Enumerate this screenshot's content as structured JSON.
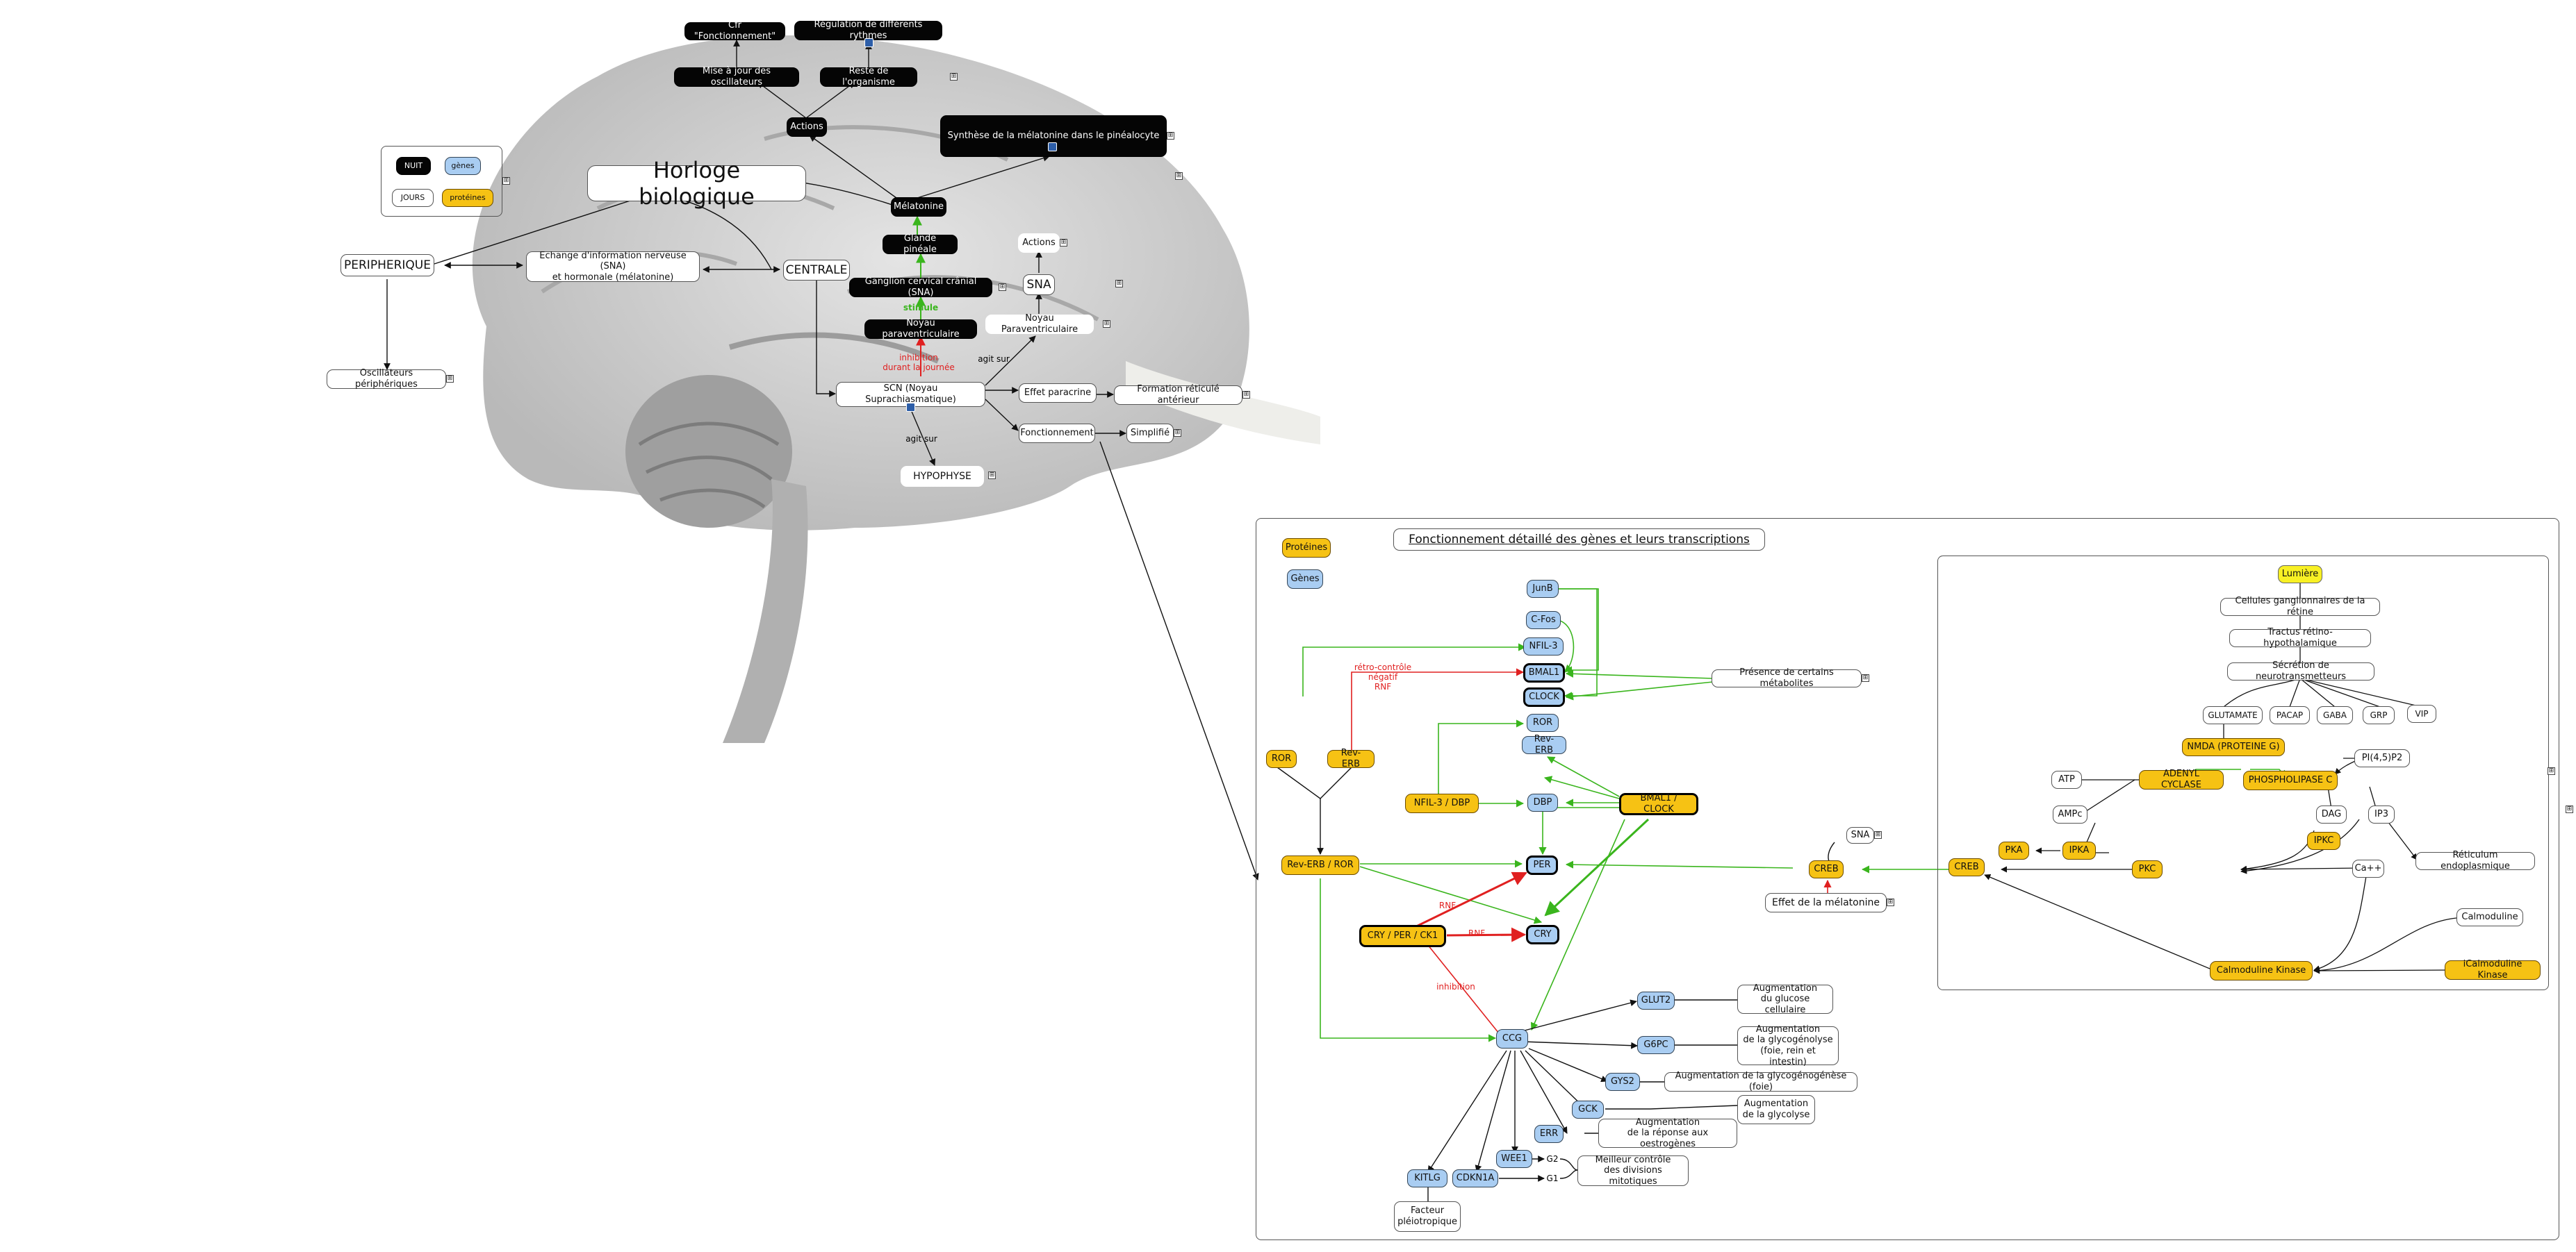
{
  "legend": {
    "nuit": "NUIT",
    "genes": "gènes",
    "jours": "JOURS",
    "proteines": "protéines"
  },
  "top": {
    "title": "Horloge biologique",
    "cfr": "Cfr \"Fonctionnement\"",
    "regulation": "Régulation de différents rythmes",
    "mise_a_jour": "Mise à jour des oscillateurs",
    "reste": "Reste de l'organisme",
    "actions_black": "Actions",
    "synthese": "Synthèse de la mélatonine dans le pinéalocyte",
    "melatonine": "Mélatonine",
    "glande": "Glande pinéale",
    "ganglion": "Ganglion cervical crânial (SNA)",
    "noyau_para_black": "Noyau paraventriculaire",
    "actions_white": "Actions",
    "sna": "SNA",
    "noyau_para_white": "Noyau Paraventriculaire",
    "peripherique": "PERIPHERIQUE",
    "echange": "Echange d'information nerveuse (SNA)\net hormonale (mélatonine)",
    "centrale": "CENTRALE",
    "oscillateurs": "Oscillateurs périphériques",
    "scn": "SCN (Noyau Suprachiasmatique)",
    "effet_paracrine": "Effet paracrine",
    "formation": "Formation réticulé antérieur",
    "fonctionnement": "Fonctionnement",
    "simplifie": "Simplifié",
    "hypophyse": "HYPOPHYSE",
    "stimule": "stimule",
    "inhibition_journee": "inhibition\ndurant la journée",
    "agit_sur_1": "agit sur",
    "agit_sur_2": "agit sur"
  },
  "detail": {
    "legend_proteines": "Protéines",
    "legend_genes": "Gènes",
    "title": "Fonctionnement détaillé des gènes et leurs transcriptions",
    "junb": "JunB",
    "cfos": "C-Fos",
    "nfil3": "NFIL-3",
    "bmal1": "BMAL1",
    "clock": "CLOCK",
    "ror_gene": "ROR",
    "reverb_gene": "Rev-ERB",
    "dbp": "DBP",
    "per": "PER",
    "cry": "CRY",
    "ccg": "CCG",
    "ror_prot": "ROR",
    "reverb_prot": "Rev-ERB",
    "reverb_ror": "Rev-ERB / ROR",
    "nfil3_dbp": "NFIL-3 / DBP",
    "bmal1_clock": "BMAL1 / CLOCK",
    "cry_per_ck1": "CRY / PER / CK1",
    "retro": "rétro-contrôle négatif\nRNF",
    "rnf1": "RNF",
    "rnf2": "RNF",
    "inhibition": "inhibition",
    "metabolites": "Présence de certains métabolites",
    "sna": "SNA",
    "creb": "CREB",
    "effet_melatonine": "Effet de la mélatonine",
    "glut2": "GLUT2",
    "glut2_effect": "Augmentation\ndu glucose cellulaire",
    "g6pc": "G6PC",
    "g6pc_effect": "Augmentation\nde la glycogénolyse\n(foie, rein et intestin)",
    "gys2": "GYS2",
    "gys2_effect": "Augmentation de la glycogénogénèse (foie)",
    "gck": "GCK",
    "gck_effect": "Augmentation\nde la glycolyse",
    "err": "ERR",
    "err_effect": "Augmentation\nde la réponse aux oestrogènes",
    "wee1": "WEE1",
    "cdkn1a": "CDKN1A",
    "kitlg": "KITLG",
    "g2": "G2",
    "g1": "G1",
    "mitose": "Meilleur contrôle\ndes divisions mitotiques",
    "facteur": "Facteur\npléiotropique"
  },
  "retina": {
    "lumiere": "Lumière",
    "cellules": "Cellules ganglionnaires de la rétine",
    "tractus": "Tractus rétino-hypothalamique",
    "secretion": "Sécrétion de neurotransmetteurs",
    "glutamate": "GLUTAMATE",
    "pacap": "PACAP",
    "gaba": "GABA",
    "grp": "GRP",
    "vip": "VIP",
    "nmda": "NMDA (PROTEINE G)",
    "atp": "ATP",
    "adenyl": "ADENYL CYCLASE",
    "phospholipase": "PHOSPHOLIPASE C",
    "pi45p2": "PI(4,5)P2",
    "ampc": "AMPc",
    "dag": "DAG",
    "ip3": "IP3",
    "pka": "PKA",
    "ipka": "IPKA",
    "ipkc": "IPKC",
    "pkc": "PKC",
    "creb": "CREB",
    "ca": "Ca++",
    "reticulum": "Réticulum endoplasmique",
    "calmoduline": "Calmoduline",
    "calmoduline_kinase": "Calmoduline Kinase",
    "icalmoduline": "iCalmoduline Kinase"
  },
  "colors": {
    "black_node": "#050505",
    "gene": "#a9cdf2",
    "protein": "#f6c214",
    "light": "#f8f024",
    "activation": "#3ab51d",
    "inhibition": "#e02020"
  }
}
